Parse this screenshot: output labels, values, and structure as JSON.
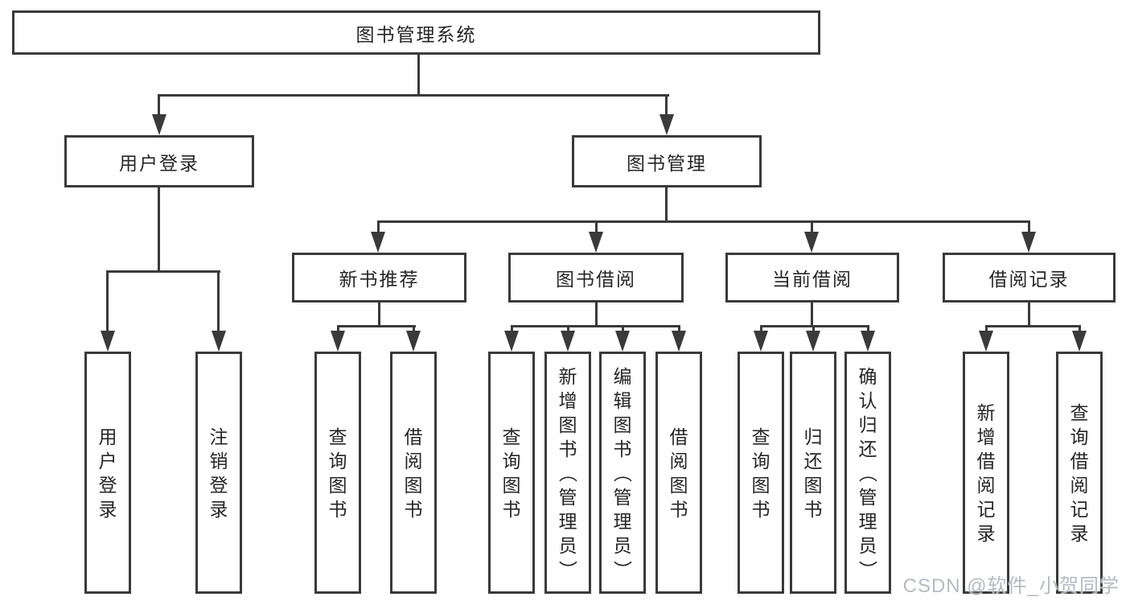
{
  "colors": {
    "line": "#3a3a3a",
    "text": "#262626",
    "background": "#ffffff"
  },
  "watermark": {
    "text": "CSDN @软件_小贺同学",
    "color": "#b6bac1"
  },
  "tree": {
    "root": {
      "label": "图书管理系统"
    },
    "branches": [
      {
        "label": "用户登录",
        "leaves": [
          "用户登录",
          "注销登录"
        ]
      },
      {
        "label": "图书管理",
        "groups": [
          {
            "label": "新书推荐",
            "leaves": [
              "查询图书",
              "借阅图书"
            ]
          },
          {
            "label": "图书借阅",
            "leaves": [
              "查询图书",
              "新增图书（管理员）",
              "编辑图书（管理员）",
              "借阅图书"
            ]
          },
          {
            "label": "当前借阅",
            "leaves": [
              "查询图书",
              "归还图书",
              "确认归还（管理员）"
            ]
          },
          {
            "label": "借阅记录",
            "leaves": [
              "新增借阅记录",
              "查询借阅记录"
            ]
          }
        ]
      }
    ]
  }
}
